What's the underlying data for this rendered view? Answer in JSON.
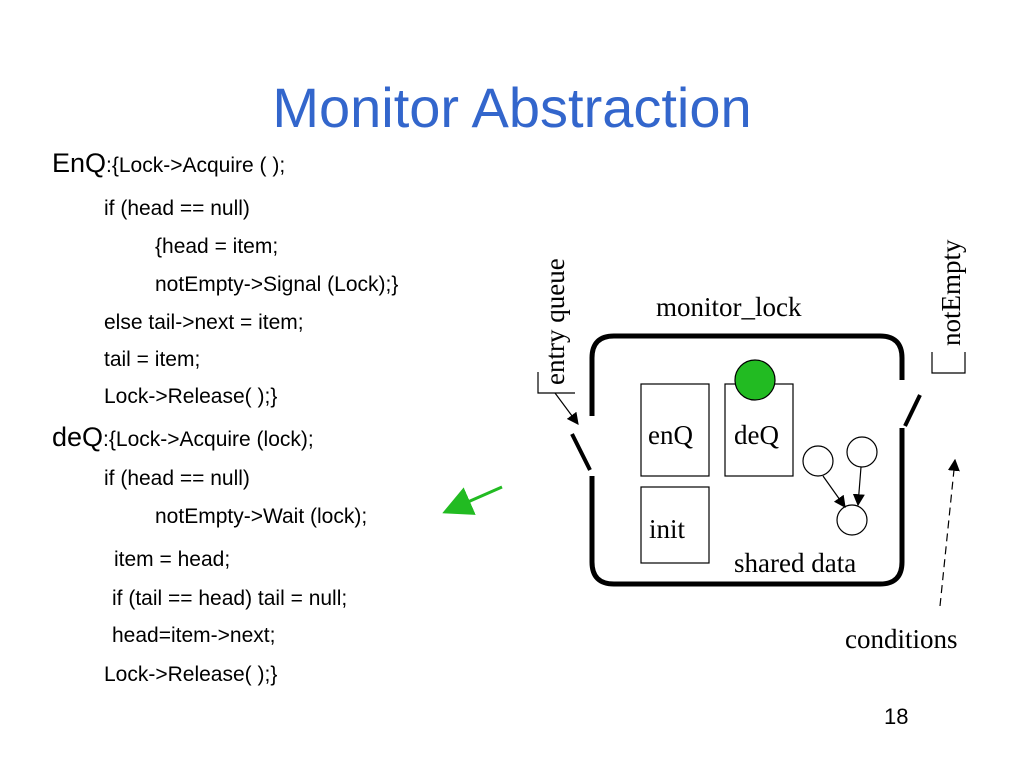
{
  "slide": {
    "title": "Monitor Abstraction",
    "page_number": "18"
  },
  "enq": {
    "name": "EnQ",
    "rest": ":{Lock->Acquire ( );",
    "lines": [
      "if (head == null)",
      "{head = item;",
      "notEmpty->Signal (Lock);}",
      "else tail->next = item;",
      "tail = item;",
      "Lock->Release( );}"
    ]
  },
  "deq": {
    "name": "deQ",
    "rest": ":{Lock->Acquire (lock);",
    "lines": [
      "if (head == null)",
      "notEmpty->Wait (lock);",
      "item = head;",
      "if (tail == head) tail = null;",
      "head=item->next;",
      "Lock->Release( );}"
    ]
  },
  "diagram": {
    "entry_queue_label": "entry queue",
    "not_empty_label": "notEmpty",
    "monitor_lock_label": "monitor_lock",
    "enq_box_label": "enQ",
    "deq_box_label": "deQ",
    "init_box_label": "init",
    "shared_data_label": "shared data",
    "conditions_label": "conditions",
    "colors": {
      "title": "#3366cc",
      "lock_token": "#22bb22",
      "pointer_arrow": "#22bb22"
    }
  }
}
